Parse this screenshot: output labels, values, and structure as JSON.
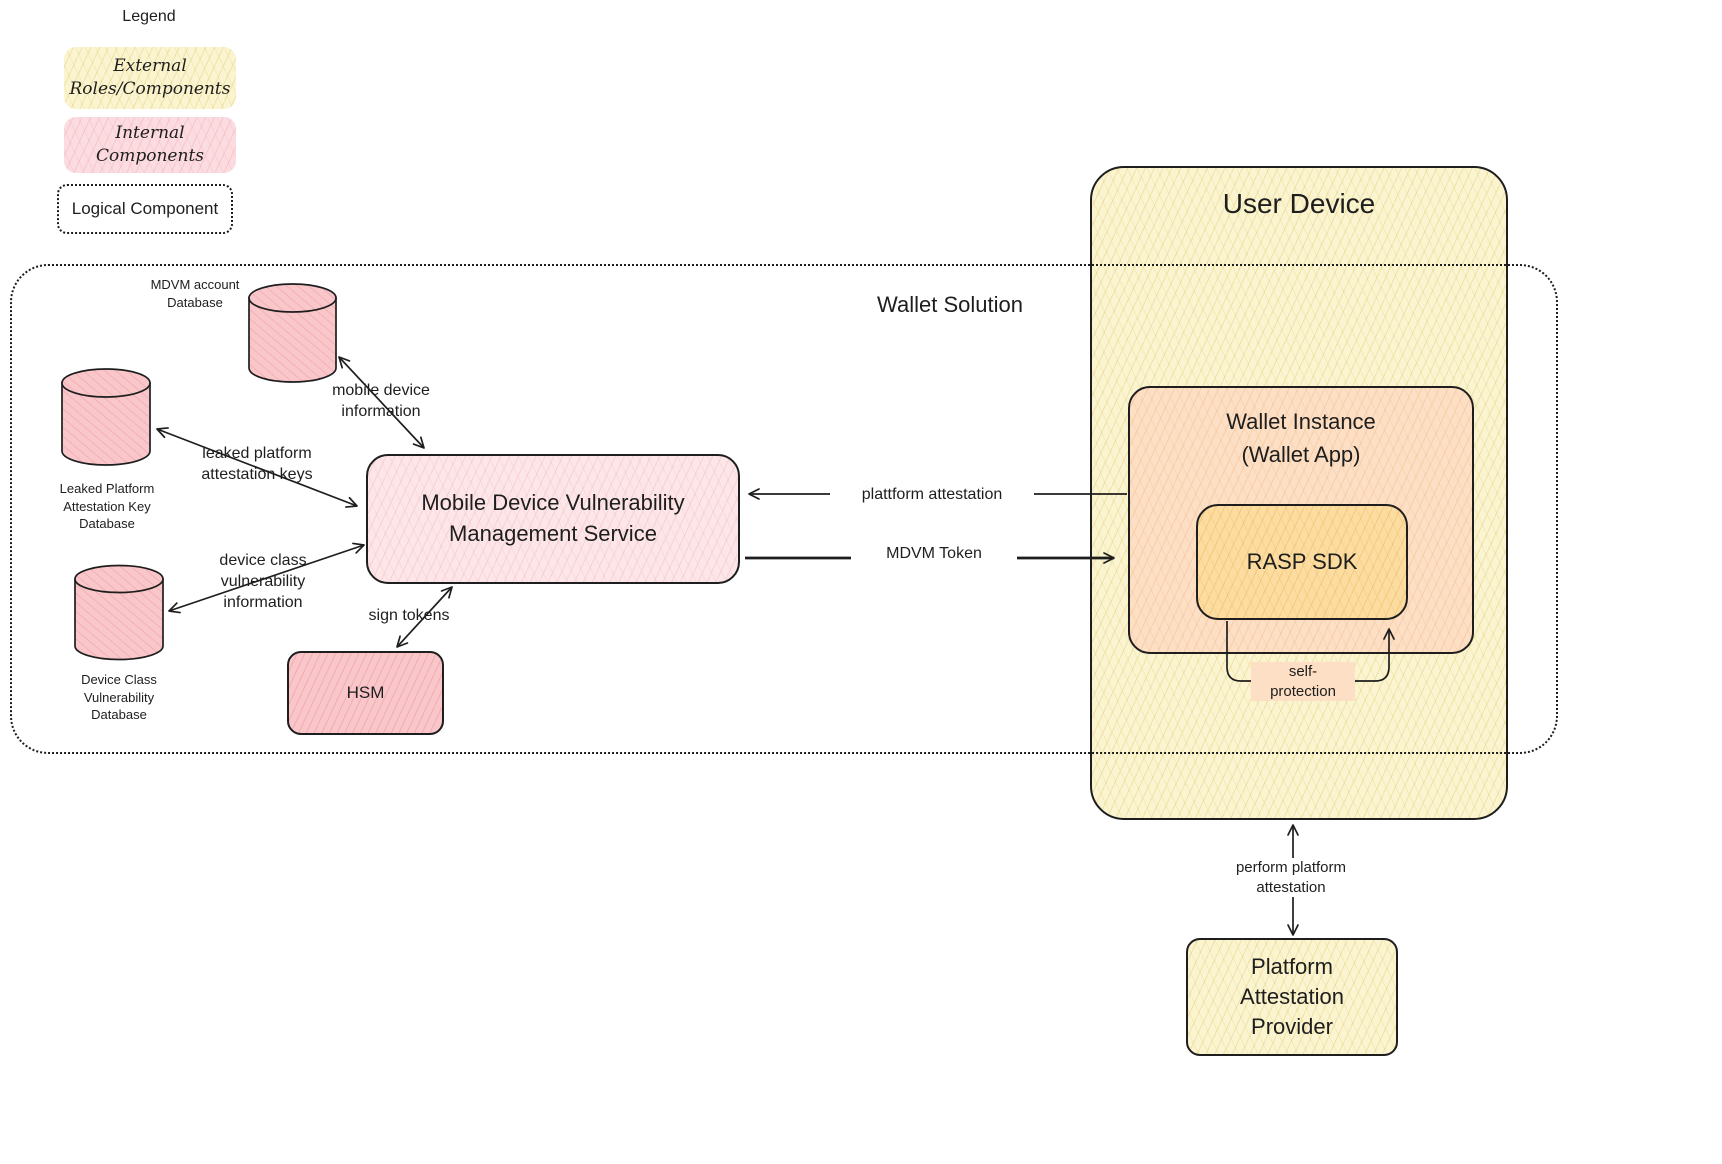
{
  "legend": {
    "title": "Legend",
    "external": "External\nRoles/Components",
    "internal": "Internal\nComponents",
    "logical": "Logical Component"
  },
  "containers": {
    "wallet_solution": "Wallet Solution",
    "user_device": "User Device"
  },
  "nodes": {
    "mdvm_service": "Mobile Device Vulnerability\nManagement Service",
    "wallet_instance": "Wallet Instance\n(Wallet App)",
    "rasp_sdk": "RASP SDK",
    "hsm": "HSM",
    "platform_attestation_provider": "Platform\nAttestation\nProvider"
  },
  "databases": {
    "mdvm_account": "MDVM account\nDatabase",
    "leaked_platform": "Leaked Platform\nAttestation Key\nDatabase",
    "device_class": "Device Class\nVulnerability\nDatabase"
  },
  "edges": {
    "mobile_device_information": "mobile device\ninformation",
    "leaked_platform_attestation_keys": "leaked platform\nattestation keys",
    "device_class_vulnerability_information": "device class\nvulnerability\ninformation",
    "sign_tokens": "sign tokens",
    "platform_attestation": "plattform attestation",
    "mdvm_token": "MDVM Token",
    "self_protection": "self-\nprotection",
    "perform_platform_attestation": "perform platform\nattestation"
  },
  "colors": {
    "external_fill": "#fbf4d0",
    "internal_fill": "#fbdce0",
    "cylinder_fill": "#f9c6ca",
    "mdvm_service_fill": "#fce6e8",
    "hsm_fill": "#f9c6ca",
    "user_device_fill": "#fbf4d0",
    "wallet_instance_fill": "#fcdfc4",
    "rasp_sdk_fill": "#fcdca0",
    "provider_fill": "#fbf4d0",
    "stroke": "#1e1e1e"
  }
}
